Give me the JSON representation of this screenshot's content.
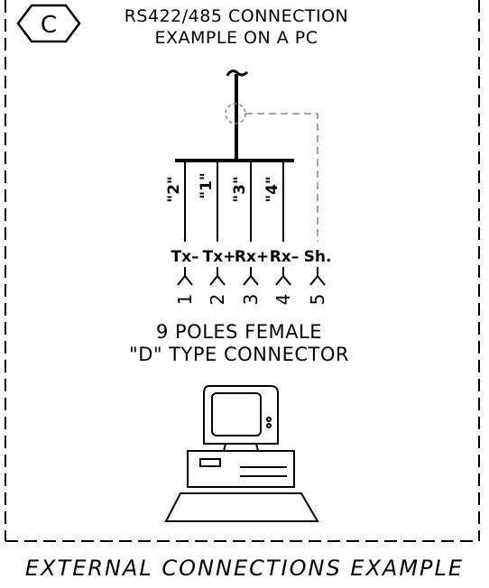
{
  "badge": {
    "letter": "C"
  },
  "header": {
    "line1": "RS422/485 CONNECTION",
    "line2": "EXAMPLE ON A PC"
  },
  "wires": [
    {
      "number_label": "\"2\"",
      "signal": "Tx–",
      "pin": "1"
    },
    {
      "number_label": "\"1\"",
      "signal": "Tx+",
      "pin": "2"
    },
    {
      "number_label": "\"3\"",
      "signal": "Rx+",
      "pin": "3"
    },
    {
      "number_label": "\"4\"",
      "signal": "Rx–",
      "pin": "4"
    },
    {
      "number_label": "",
      "signal": "Sh.",
      "pin": "5"
    }
  ],
  "connector": {
    "line1": "9 POLES FEMALE",
    "line2": "\"D\" TYPE CONNECTOR"
  },
  "footer": {
    "caption": "EXTERNAL CONNECTIONS EXAMPLE"
  },
  "colors": {
    "line": "#000000",
    "shield_dash": "#888888",
    "background": "#ffffff"
  },
  "icons": [
    "hexagon-badge",
    "cable-end",
    "shield-ring",
    "wire-fork",
    "desktop-computer"
  ]
}
